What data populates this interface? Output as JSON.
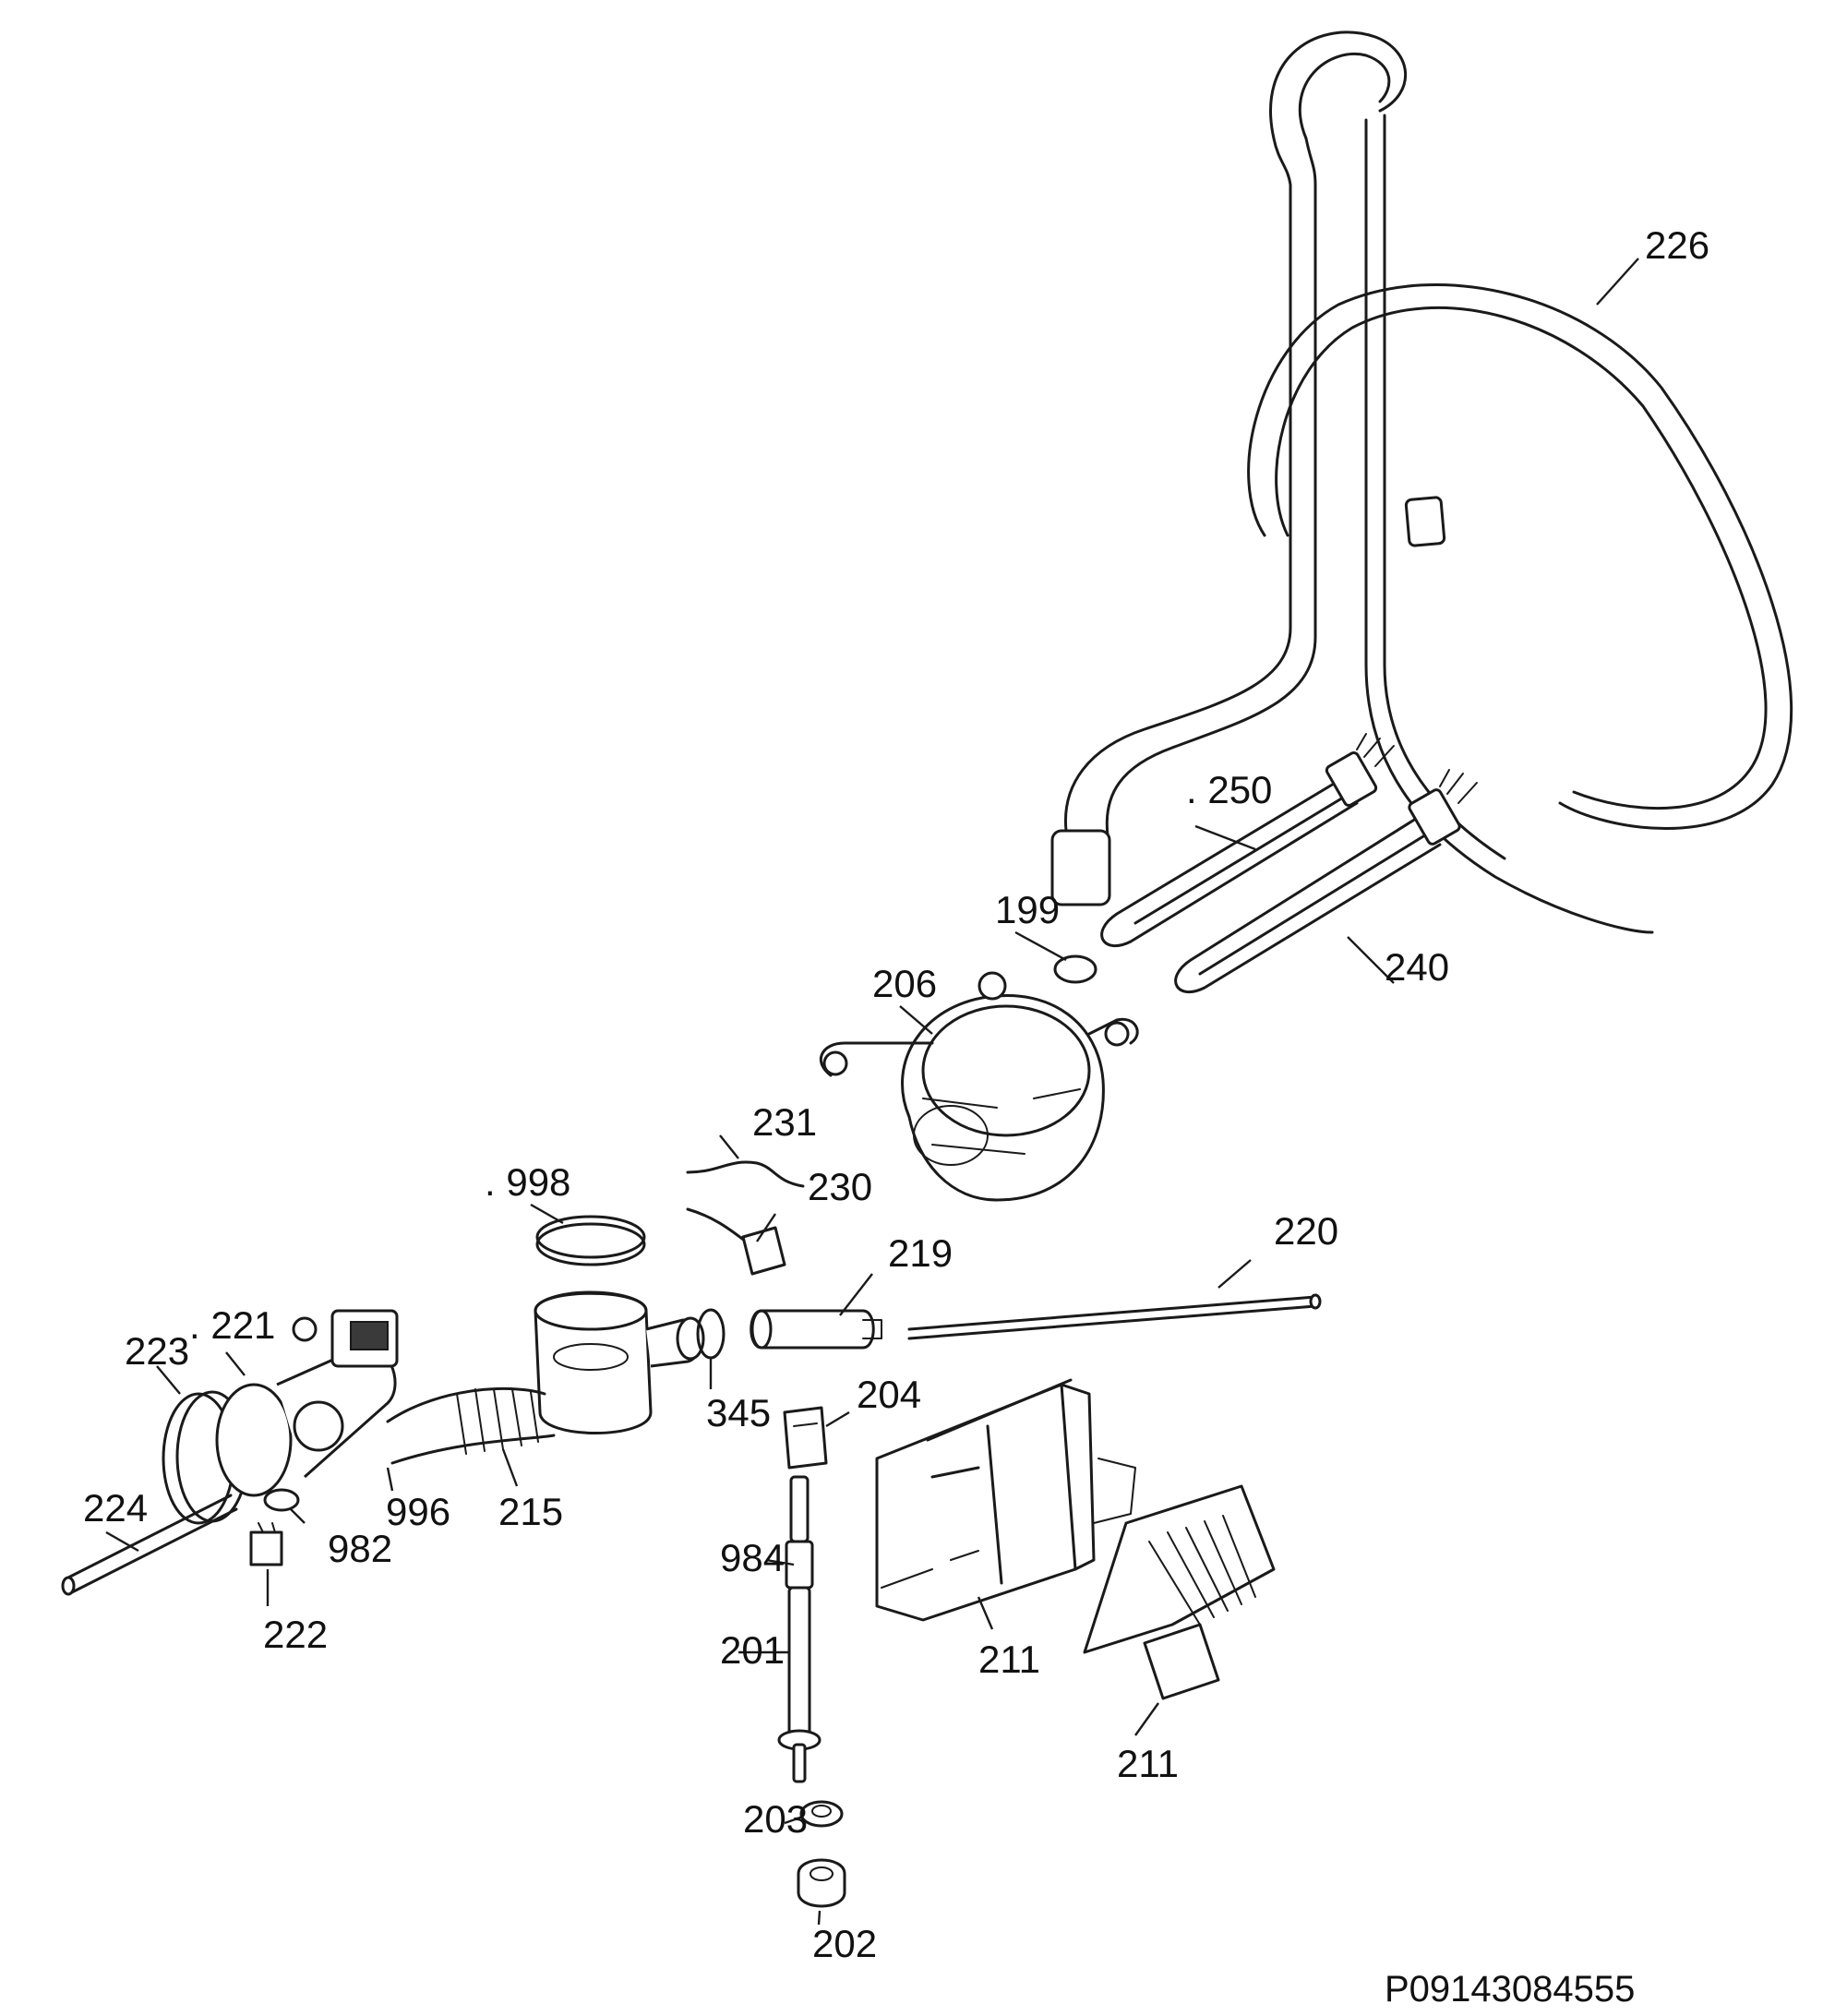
{
  "diagram": {
    "reference_code": "P09143084555",
    "callouts": [
      {
        "id": "226",
        "text": "226"
      },
      {
        "id": "250",
        "text": ". 250"
      },
      {
        "id": "240",
        "text": "240"
      },
      {
        "id": "199",
        "text": "199"
      },
      {
        "id": "206",
        "text": "206"
      },
      {
        "id": "231",
        "text": "231"
      },
      {
        "id": "230",
        "text": "230"
      },
      {
        "id": "998",
        "text": ". 998"
      },
      {
        "id": "219",
        "text": "219"
      },
      {
        "id": "220",
        "text": "220"
      },
      {
        "id": "221",
        "text": ". 221"
      },
      {
        "id": "223",
        "text": "223"
      },
      {
        "id": "345",
        "text": "345"
      },
      {
        "id": "204",
        "text": "204"
      },
      {
        "id": "224",
        "text": "224"
      },
      {
        "id": "996",
        "text": "996"
      },
      {
        "id": "215",
        "text": "215"
      },
      {
        "id": "982",
        "text": "982"
      },
      {
        "id": "984",
        "text": "984"
      },
      {
        "id": "222",
        "text": "222"
      },
      {
        "id": "201",
        "text": "201"
      },
      {
        "id": "211a",
        "text": "211"
      },
      {
        "id": "211b",
        "text": "211"
      },
      {
        "id": "203",
        "text": "203"
      },
      {
        "id": "202",
        "text": "202"
      }
    ]
  }
}
